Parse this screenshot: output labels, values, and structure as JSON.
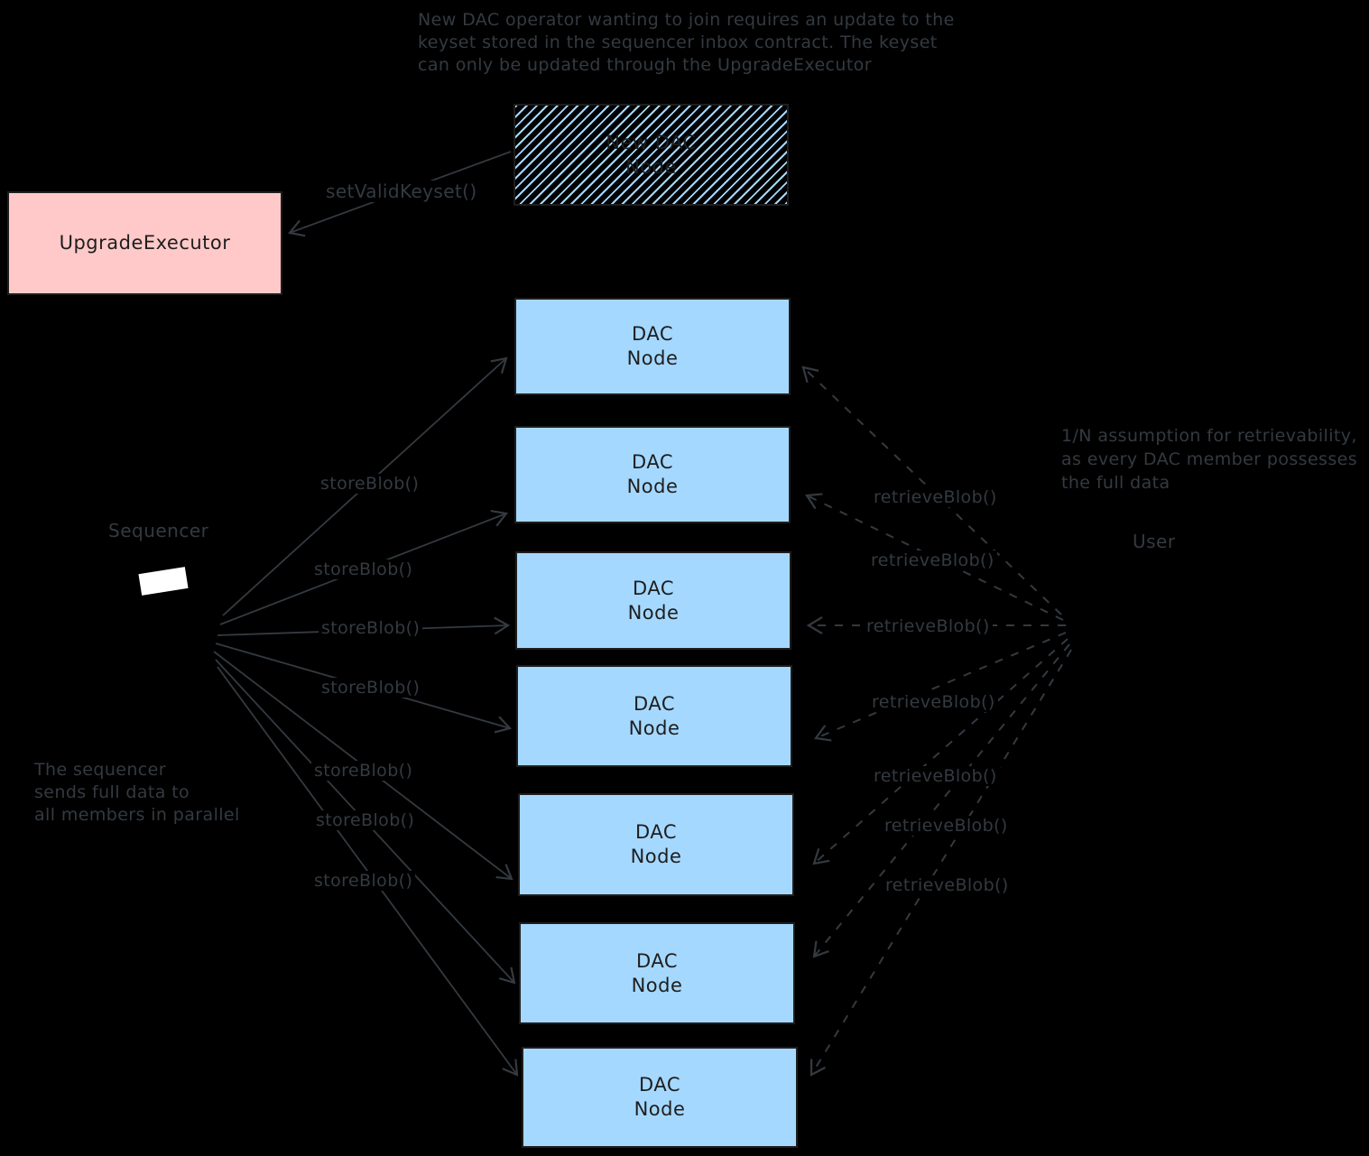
{
  "notes": {
    "keyset_note": [
      "New DAC operator wanting to join requires an update to the",
      "keyset stored in the sequencer inbox contract. The keyset",
      "can only be updated through the UpgradeExecutor"
    ],
    "sequencer_note": [
      "The sequencer",
      "sends full data to",
      "all members in parallel"
    ],
    "retrievability_note": [
      "1/N assumption for retrievability,",
      "as every DAC member possesses",
      "the full data"
    ]
  },
  "actors": {
    "sequencer": "Sequencer",
    "user": "User"
  },
  "boxes": {
    "upgrade_executor": {
      "label": "UpgradeExecutor",
      "fill": "#ffc9c9"
    },
    "new_dac_node": {
      "line1": "New DAC",
      "line2": "Node",
      "fill": "#a5d8ff",
      "fill_style": "hachure"
    },
    "dac_node": {
      "line1": "DAC",
      "line2": "Node",
      "fill": "#a5d8ff",
      "count": 7
    }
  },
  "edge_labels": {
    "set_valid_keyset": "setValidKeyset()",
    "store_blob": "storeBlob()",
    "retrieve_blob": "retrieveBlob()"
  },
  "colors": {
    "background": "#000000",
    "dac_node_fill": "#a5d8ff",
    "upgrade_executor_fill": "#ffc9c9",
    "box_stroke": "#1e1e1e",
    "annotation": "#343a40",
    "sequencer_screen": "#ffffff"
  }
}
